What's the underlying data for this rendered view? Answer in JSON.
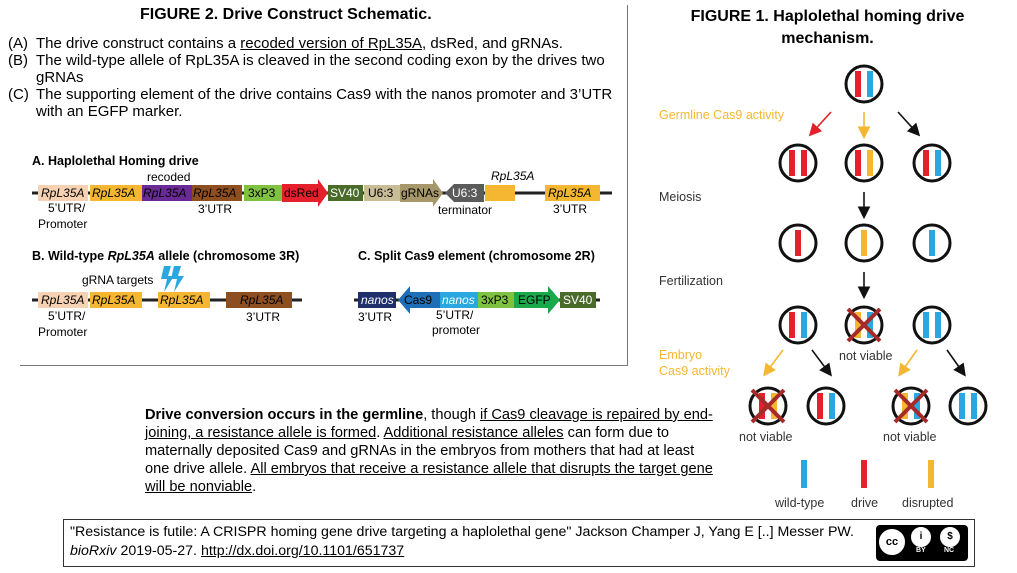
{
  "figure2": {
    "title": "FIGURE 2. Drive Construct Schematic.",
    "items": [
      {
        "letter": "(A)",
        "pre": "The drive construct contains a ",
        "u": "recoded version of RpL35A",
        "post": ", dsRed, and gRNAs."
      },
      {
        "letter": "(B)",
        "pre": "The wild-type allele of RpL35A is cleaved in the second coding exon by the drives two gRNAs",
        "u": "",
        "post": ""
      },
      {
        "letter": "(C)",
        "pre": "The supporting element of the drive contains Cas9 with the nanos promoter and 3’UTR with an EGFP marker.",
        "u": "",
        "post": ""
      }
    ],
    "panel_a": {
      "title": "A.  Haplolethal Homing drive",
      "blocks": [
        "RpL35A",
        "RpL35A",
        "RpL35A",
        "RpL35A",
        "3xP3",
        "dsRed",
        "SV40",
        "U6:3",
        "gRNAs",
        "U6:3",
        "RpL35A"
      ],
      "labels": {
        "recoded": "recoded",
        "utr5": "5’UTR/",
        "promoter": "Promoter",
        "utr3a": "3’UTR",
        "terminator": "terminator",
        "rpl_above": "RpL35A",
        "utr3b": "3’UTR"
      }
    },
    "panel_b": {
      "title_pre": "B.  Wild-type ",
      "title_italic": "RpL35A",
      "title_post": " allele (chromosome 3R)",
      "grna_targets": "gRNA targets",
      "blocks": [
        "RpL35A",
        "RpL35A",
        "RpL35A",
        "RpL35A"
      ],
      "labels": {
        "utr5": "5’UTR/",
        "promoter": "Promoter",
        "utr3": "3’UTR"
      }
    },
    "panel_c": {
      "title": "C.  Split Cas9 element (chromosome 2R)",
      "blocks": [
        "nanos",
        "Cas9",
        "nanos",
        "3xP3",
        "EGFP",
        "SV40"
      ],
      "labels": {
        "utr3": "3’UTR",
        "utr5": "5’UTR/",
        "promoter": "promoter"
      }
    }
  },
  "figure1": {
    "title": "FIGURE 1. Haplolethal homing drive mechanism.",
    "labels": {
      "germline": "Germline Cas9 activity",
      "meiosis": "Meiosis",
      "fertilization": "Fertilization",
      "embryo_line1": "Embryo",
      "embryo_line2": "Cas9 activity",
      "not_viable_1": "not viable",
      "not_viable_2": "not viable",
      "not_viable_3": "not viable"
    },
    "legend": [
      "wild-type",
      "drive",
      "disrupted"
    ],
    "colors": {
      "wild_type": "#2aa7e0",
      "drive": "#e3202b",
      "disrupted": "#f5b731",
      "germline_label": "#f5b731"
    }
  },
  "paragraph": {
    "bold": "Drive conversion occurs in the germline",
    "t1": ", though ",
    "u1": "if Cas9 cleavage is repaired by end-joining, a resistance allele is formed",
    "t2": ". ",
    "u2": "Additional resistance alleles",
    "t3": " can form due to maternally deposited Cas9 and gRNAs in the embryos from mothers that had at least one drive allele. ",
    "u3": "All embryos that receive a resistance allele that disrupts the target gene will be nonviable",
    "t4": "."
  },
  "citation": {
    "text1": "\"Resistance is futile: A CRISPR homing gene drive targeting a haplolethal gene\" Jackson Champer J, Yang E [..] Messer PW. ",
    "journal": "bioRxiv",
    "text2": " 2019-05-27. ",
    "link": "http://dx.doi.org/10.1101/651737",
    "cc": "cc",
    "by": "BY",
    "nc": "NC"
  }
}
